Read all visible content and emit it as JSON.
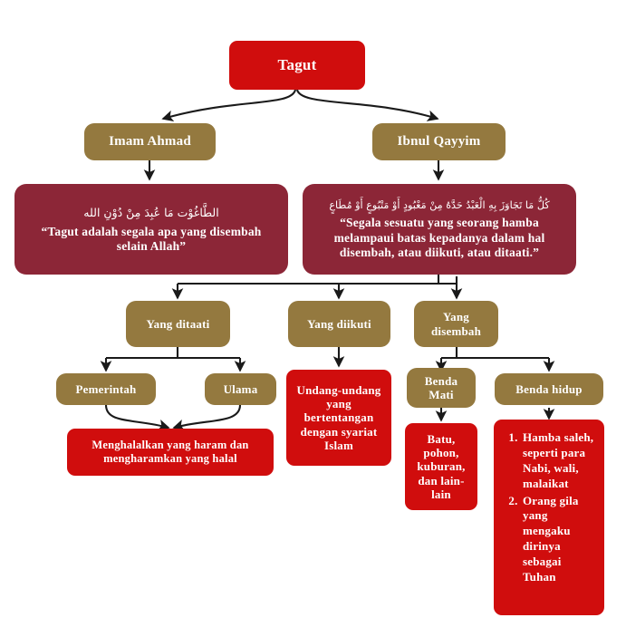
{
  "diagram": {
    "title": "Tagut",
    "colors": {
      "red": "#d00d0d",
      "maroon": "#8c2637",
      "gold": "#94793f",
      "connector": "#1a1a1a",
      "text": "#ffffff"
    },
    "root": {
      "label": "Tagut"
    },
    "scholars": {
      "left": {
        "label": "Imam Ahmad"
      },
      "right": {
        "label": "Ibnul Qayyim"
      }
    },
    "definitions": {
      "ahmad": {
        "arabic": "الطَّاغُوْت مَا عُبِدَ مِنْ دُوْنِ الله",
        "translation": "“Tagut adalah segala apa yang disembah selain Allah”"
      },
      "qayyim": {
        "arabic": "كُلُّ مَا تَجَاوَزَ بِهِ الْعَبْدُ حَدَّهُ مِنْ مَعْبُودٍ أَوْ مَتْبُوعٍ أَوْ مُطَاعٍ",
        "translation": "“Segala sesuatu yang seorang hamba melampaui batas kepadanya dalam hal disembah, atau diikuti, atau ditaati.”"
      }
    },
    "categories": {
      "ditaati": {
        "label": "Yang ditaati"
      },
      "diikuti": {
        "label": "Yang diikuti"
      },
      "disembah": {
        "label": "Yang disembah"
      }
    },
    "ditaati_children": {
      "pemerintah": {
        "label": "Pemerintah"
      },
      "ulama": {
        "label": "Ulama"
      },
      "result": {
        "label": "Menghalalkan yang haram dan mengharamkan yang halal"
      }
    },
    "diikuti_children": {
      "undang": {
        "label": "Undang-undang yang bertentangan dengan syariat Islam"
      }
    },
    "disembah_children": {
      "benda_mati": {
        "label": "Benda Mati"
      },
      "benda_hidup": {
        "label": "Benda hidup"
      },
      "benda_mati_examples": {
        "label": "Batu, pohon, kuburan, dan lain-lain"
      },
      "benda_hidup_examples": [
        "Hamba saleh, seperti para Nabi, wali, malaikat",
        "Orang gila yang mengaku dirinya sebagai Tuhan"
      ]
    }
  }
}
